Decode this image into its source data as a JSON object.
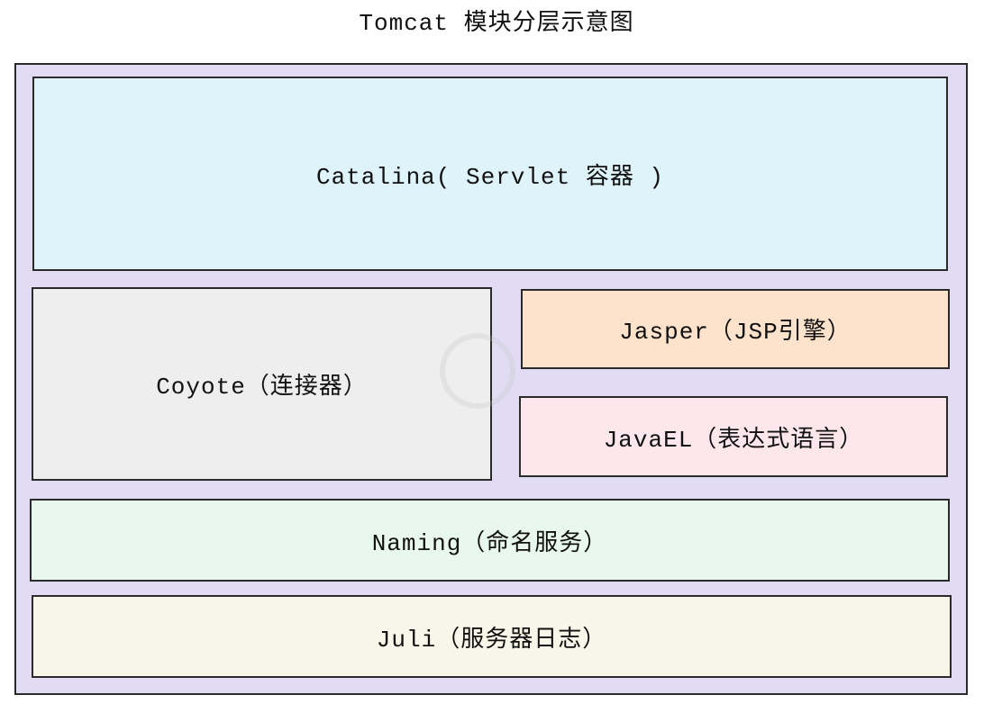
{
  "title": "Tomcat 模块分层示意图",
  "modules": {
    "catalina": "Catalina( Servlet 容器 )",
    "coyote": "Coyote（连接器）",
    "jasper": "Jasper（JSP引擎）",
    "javael": "JavaEL（表达式语言）",
    "naming": "Naming（命名服务）",
    "juli": "Juli（服务器日志）"
  },
  "colors": {
    "frame": "#e1dcf3",
    "catalina": "#def3fa",
    "coyote": "#eeeeee",
    "jasper": "#fde2cc",
    "javael": "#fde6ec",
    "naming": "#e9f8ee",
    "juli": "#f8f6e8"
  }
}
